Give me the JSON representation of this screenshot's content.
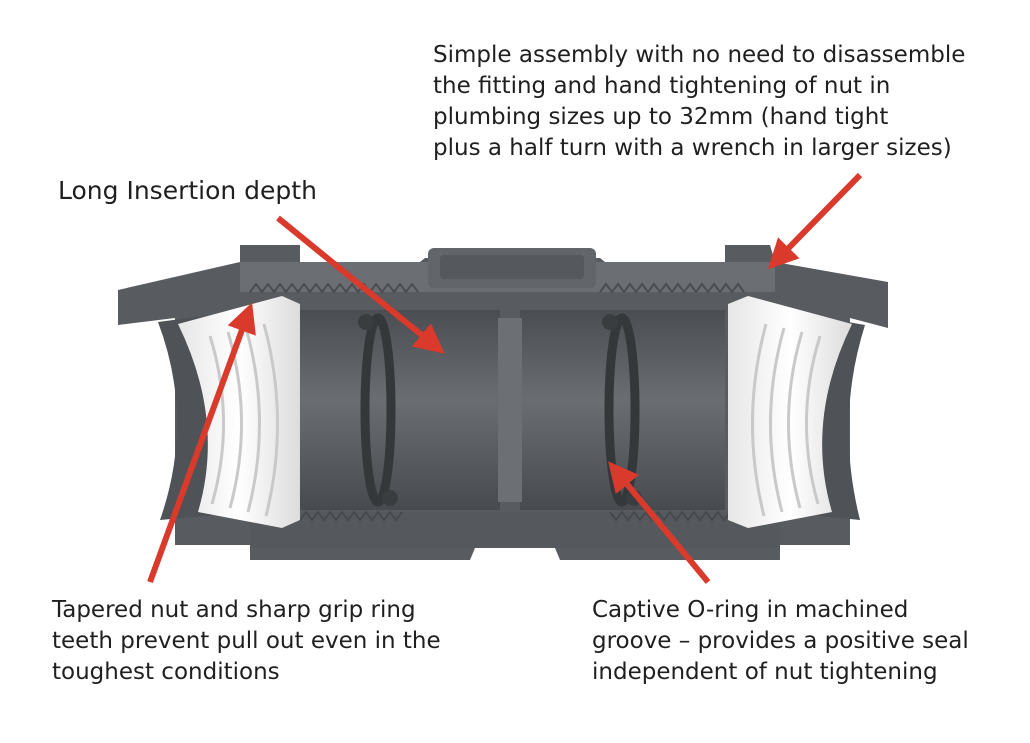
{
  "callouts": {
    "assembly": "Simple assembly with no need to disassemble\nthe fitting and hand tightening of nut in\nplumbing sizes up to 32mm (hand tight\nplus a half turn with a wrench in larger sizes)",
    "insertion": "Long Insertion depth",
    "grip": "Tapered nut and sharp grip ring\nteeth prevent pull out even in the\ntoughest conditions",
    "oring": "Captive O-ring in machined\ngroove – provides a positive seal\nindependent of nut tightening"
  },
  "colors": {
    "body": "#5a5d61",
    "body_dark": "#3f4245",
    "body_light": "#6f7276",
    "grip_ring": "#f2f2f2",
    "arrow": "#d93a2b",
    "text": "#1f1f1f"
  }
}
